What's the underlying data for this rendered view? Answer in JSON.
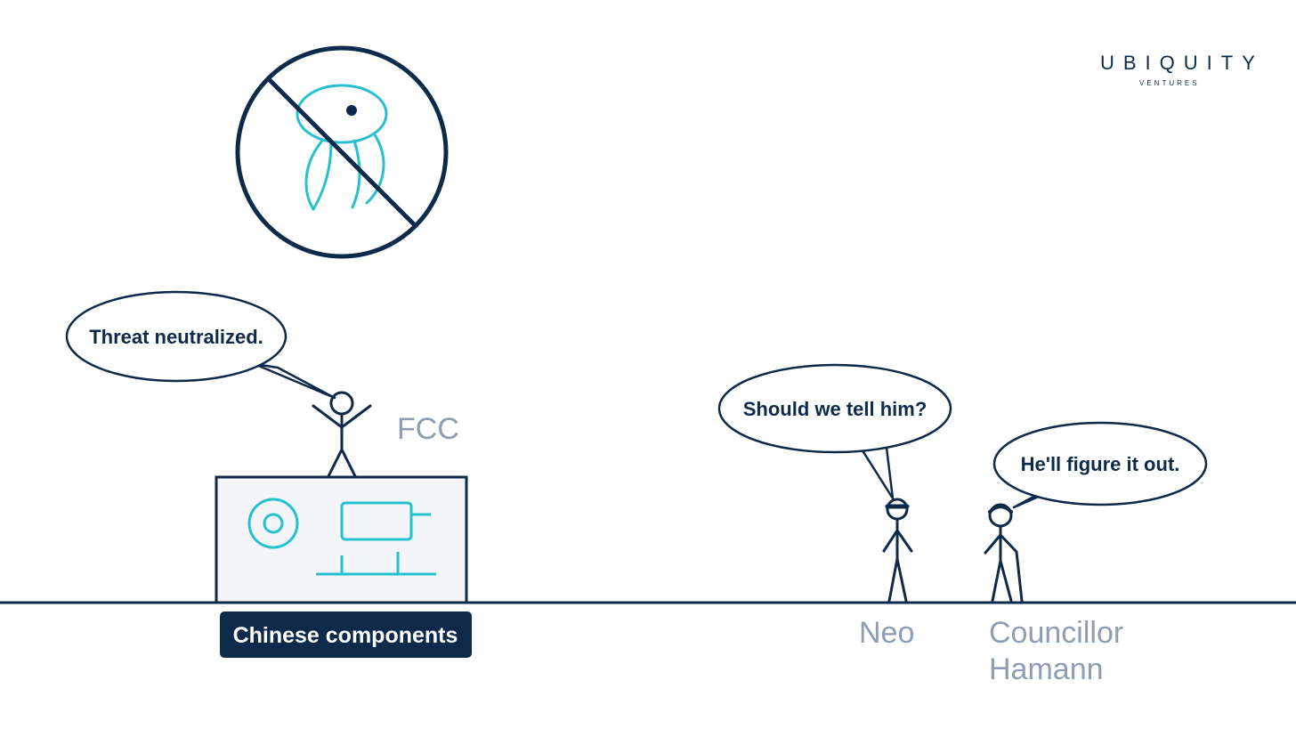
{
  "logo": {
    "name": "UBIQUITY",
    "tagline": "VENTURES"
  },
  "bubbles": {
    "fcc": "Threat neutralized.",
    "neo": "Should we tell him?",
    "councillor": "He'll figure it out."
  },
  "names": {
    "fcc": "FCC",
    "neo": "Neo",
    "councillor_line1": "Councillor",
    "councillor_line2": "Hamann"
  },
  "labels": {
    "device": "Chinese components"
  },
  "colors": {
    "navy": "#0d2a4a",
    "teal": "#26c1cf",
    "gray": "#8f9db3",
    "panel": "#f3f5f8"
  },
  "icons": {
    "prohibited": "no-squid-sign",
    "device": "circuit-board"
  }
}
